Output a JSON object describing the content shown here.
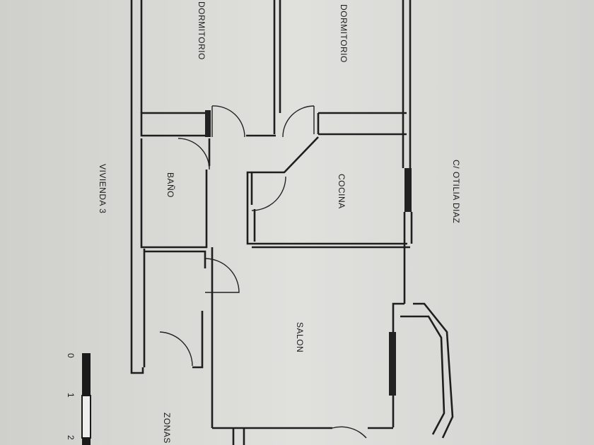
{
  "rooms": {
    "bedroom_1": "DORMITORIO",
    "bedroom_2": "DORMITORIO",
    "bathroom": "BAÑO",
    "kitchen": "COCINA",
    "living_room": "SALON",
    "zones": "ZONAS"
  },
  "unit_label": "VIVIENDA 3",
  "street_label": "C/ OTILIA DIAZ",
  "scale": {
    "ticks": [
      "0",
      "1",
      "2"
    ]
  },
  "colors": {
    "paper": "#d9d9d6",
    "ink": "#1e1e1e"
  }
}
